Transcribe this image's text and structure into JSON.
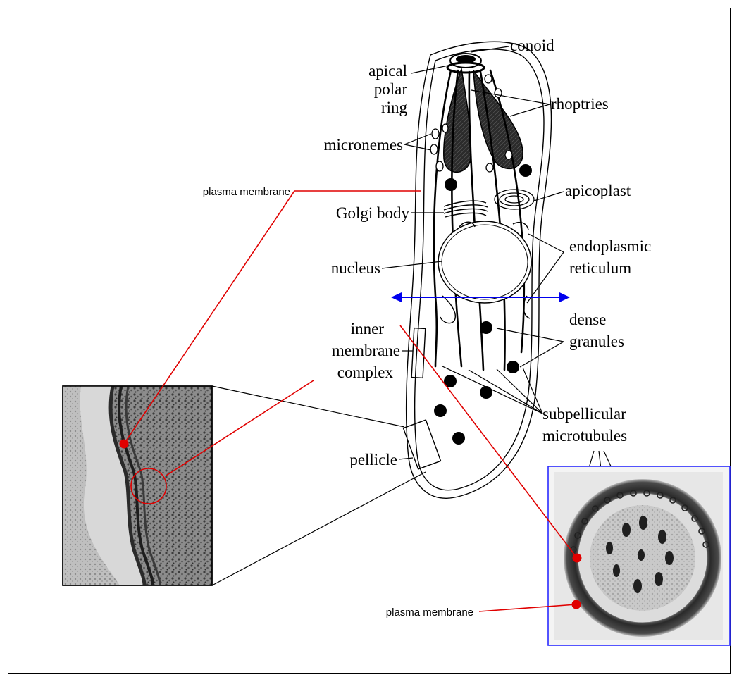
{
  "labels": {
    "conoid": "conoid",
    "apical_line1": "apical",
    "apical_line2": "polar",
    "apical_line3": "ring",
    "rhoptries": "rhoptries",
    "micronemes": "micronemes",
    "plasma_membrane_top": "plasma membrane",
    "apicoplast": "apicoplast",
    "golgi_body": "Golgi body",
    "endoplasmic_line1": "endoplasmic",
    "endoplasmic_line2": "reticulum",
    "nucleus": "nucleus",
    "dense_line1": "dense",
    "dense_line2": "granules",
    "inner_line1": "inner",
    "inner_line2": "membrane",
    "inner_line3": "complex",
    "subpellicular_line1": "subpellicular",
    "subpellicular_line2": "microtubules",
    "pellicle": "pellicle",
    "plasma_membrane_bottom": "plasma membrane"
  },
  "colors": {
    "frame": "#000000",
    "red_pointer": "#e00000",
    "blue_axis": "#0000ee",
    "em_box_border": "#2a2aff",
    "rhoptry_fill": "#333333"
  },
  "icons": {
    "axis": "double-headed-arrow",
    "pointer_end": "red-dot"
  }
}
